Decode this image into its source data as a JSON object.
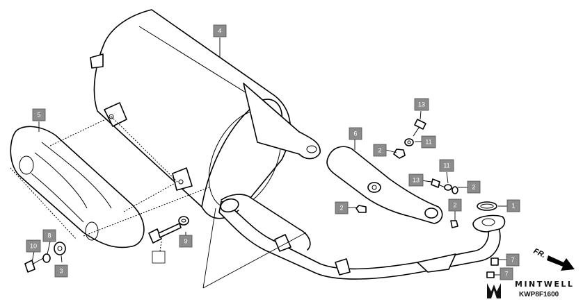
{
  "callouts": {
    "c1": "1",
    "c2a": "2",
    "c2b": "2",
    "c2c": "2",
    "c2d": "2",
    "c3": "3",
    "c4": "4",
    "c5": "5",
    "c6": "6",
    "c7a": "7",
    "c7b": "7",
    "c8": "8",
    "c9": "9",
    "c10": "10",
    "c11a": "11",
    "c11b": "11",
    "c13a": "13",
    "c13b": "13"
  },
  "direction_label": "FR.",
  "watermark": {
    "brand": "MINTWELL",
    "code": "KWP8F1600"
  }
}
